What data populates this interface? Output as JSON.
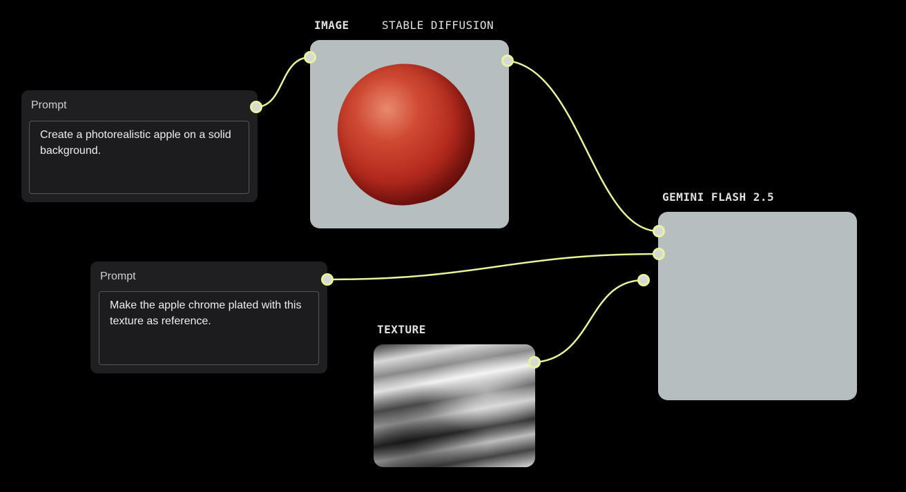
{
  "nodes": {
    "prompt1": {
      "label": "Prompt",
      "text": "Create a photorealistic apple on a solid background."
    },
    "prompt2": {
      "label": "Prompt",
      "text": "Make the apple chrome plated with this texture as reference."
    },
    "image": {
      "type_label": "IMAGE",
      "model_label": "STABLE DIFFUSION"
    },
    "texture": {
      "label": "TEXTURE"
    },
    "gemini": {
      "label": "GEMINI FLASH 2.5"
    }
  },
  "colors": {
    "wire": "#e6f59a",
    "node_bg": "#1f1f22",
    "card_bg": "#b6bebf"
  }
}
